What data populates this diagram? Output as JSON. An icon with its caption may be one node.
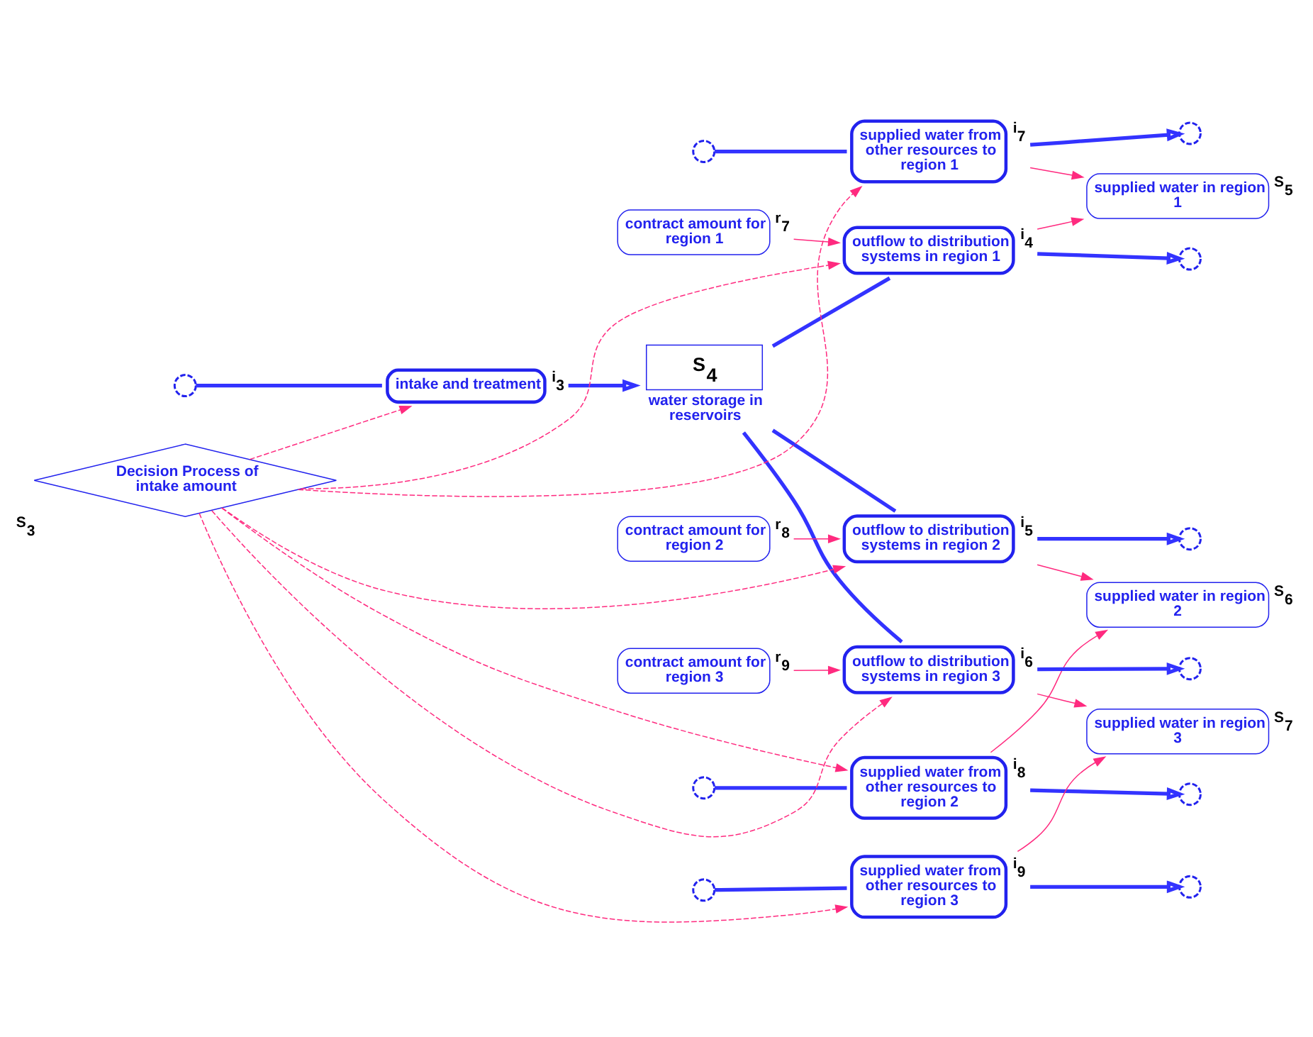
{
  "diagram": {
    "nodes": [
      {
        "text": [],
        "shape": "cloud"
      },
      {
        "text": [
          "intake and treatment"
        ],
        "beside": [
          "i$_{3}$"
        ]
      },
      {
        "text": [
          "S$_{4}$",
          "water storage in reservoirs"
        ]
      },
      {
        "text": [
          "contract amount for region 1"
        ],
        "beside": [
          "r$_{7}$"
        ]
      },
      {
        "text": [
          "outflow to distribution systems in region 1"
        ],
        "beside": [
          "i$_{4}$"
        ]
      },
      {
        "text": [],
        "shape": "cloud"
      },
      {
        "text": [
          "supplied water in region 1"
        ],
        "beside": [
          "S$_{5}$"
        ]
      },
      {
        "text": [
          "supplied water from other resources to region 1"
        ],
        "beside": [
          "i$_{7}$"
        ]
      },
      {
        "text": [],
        "shape": "cloud"
      },
      {
        "text": [],
        "shape": "cloud"
      },
      {
        "text": [
          "contract amount for region 2"
        ],
        "beside": [
          "r$_{8}$"
        ]
      },
      {
        "text": [
          "outflow to distribution systems in region 2"
        ],
        "beside": [
          "i$_{5}$"
        ]
      },
      {
        "text": [],
        "shape": "cloud"
      },
      {
        "text": [
          "supplied water in region 2"
        ],
        "beside": [
          "S$_{6}$"
        ]
      },
      {
        "text": [
          "supplied water from other resources to region 2"
        ],
        "beside": [
          "i$_{8}$"
        ]
      },
      {
        "text": [],
        "shape": "cloud"
      },
      {
        "text": [],
        "shape": "cloud"
      },
      {
        "text": [
          "outflow to distribution systems in region 3"
        ],
        "beside": [
          "i$_{6}$"
        ]
      },
      {
        "text": [],
        "shape": "cloud"
      },
      {
        "text": [
          "contract amount for region 3"
        ],
        "beside": [
          "r$_{9}$"
        ]
      },
      {
        "text": [
          "supplied water in region 3"
        ],
        "beside": [
          "S$_{7}$"
        ]
      },
      {
        "text": [
          "supplied water from other resources to region 3"
        ],
        "beside": [
          "i$_{9}$"
        ]
      },
      {
        "text": [],
        "shape": "cloud"
      },
      {
        "text": [],
        "shape": "cloud"
      },
      {
        "text": [
          "Decision Process of intake amount"
        ],
        "beside": [
          "S$_{3}$"
        ]
      }
    ],
    "edges": [
      {
        "from": 0,
        "to": 1,
        "arrow": "none",
        "style": "thick",
        "color": "#3333ff"
      },
      {
        "from": 1,
        "to": 2,
        "arrow": "to",
        "style": "thick",
        "color": "#3333ff"
      },
      {
        "from": 2,
        "to": 4,
        "arrow": "none",
        "style": "thick",
        "color": "#3333ff"
      },
      {
        "from": 4,
        "to": 5,
        "arrow": "to",
        "style": "thick",
        "color": "#3333ff"
      },
      {
        "from": 8,
        "to": 7,
        "arrow": "none",
        "style": "thick",
        "color": "#3333ff"
      },
      {
        "from": 7,
        "to": 9,
        "arrow": "to",
        "style": "thick",
        "color": "#3333ff"
      },
      {
        "from": 2,
        "to": 11,
        "arrow": "none",
        "style": "thick",
        "color": "#3333ff"
      },
      {
        "from": 11,
        "to": 12,
        "arrow": "to",
        "style": "thick",
        "color": "#3333ff"
      },
      {
        "from": 15,
        "to": 14,
        "arrow": "none",
        "style": "thick",
        "color": "#3333ff"
      },
      {
        "from": 14,
        "to": 16,
        "arrow": "to",
        "style": "thick",
        "color": "#3333ff"
      },
      {
        "from": 2,
        "to": 17,
        "arrow": "none",
        "style": "thick",
        "color": "#3333ff"
      },
      {
        "from": 17,
        "to": 18,
        "arrow": "to",
        "style": "thick",
        "color": "#3333ff"
      },
      {
        "from": 22,
        "to": 21,
        "arrow": "none",
        "style": "thick",
        "color": "#3333ff"
      },
      {
        "from": 21,
        "to": 23,
        "arrow": "to",
        "style": "thick",
        "color": "#3333ff"
      },
      {
        "from": 3,
        "to": 4,
        "arrow": "to"
      },
      {
        "from": 4,
        "to": 6,
        "arrow": "to"
      },
      {
        "from": 7,
        "to": 6,
        "arrow": "to"
      },
      {
        "from": 10,
        "to": 11,
        "arrow": "to"
      },
      {
        "from": 11,
        "to": 13,
        "arrow": "to"
      },
      {
        "from": 14,
        "to": 13,
        "arrow": "to"
      },
      {
        "from": 19,
        "to": 17,
        "arrow": "to"
      },
      {
        "from": 17,
        "to": 20,
        "arrow": "to"
      },
      {
        "from": 21,
        "to": 20,
        "arrow": "to"
      },
      {
        "from": 24,
        "to": 1,
        "arrow": "to",
        "style": "dashed"
      },
      {
        "from": 24,
        "to": 4,
        "arrow": "to",
        "style": "dashed"
      },
      {
        "from": 24,
        "to": 11,
        "arrow": "to",
        "style": "dashed"
      },
      {
        "from": 24,
        "to": 7,
        "arrow": "to",
        "style": "dashed"
      },
      {
        "from": 24,
        "to": 17,
        "arrow": "to",
        "style": "dashed"
      },
      {
        "from": 24,
        "to": 14,
        "arrow": "to",
        "style": "dashed"
      },
      {
        "from": 24,
        "to": 21,
        "arrow": "to",
        "style": "dashed"
      }
    ]
  }
}
